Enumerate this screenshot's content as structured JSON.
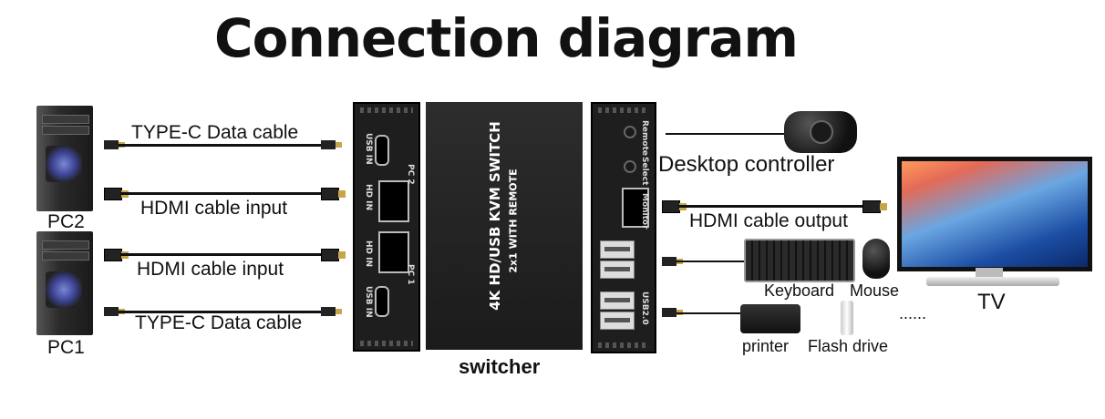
{
  "title": "Connection diagram",
  "labels": {
    "pc2": "PC2",
    "pc1": "PC1",
    "typec_top": "TYPE-C Data cable",
    "hdmi_in_top": "HDMI cable input",
    "hdmi_in_bottom": "HDMI cable input",
    "typec_bottom": "TYPE-C Data cable",
    "switcher": "switcher",
    "desktop_controller": "Desktop controller",
    "hdmi_out": "HDMI cable output",
    "keyboard": "Keyboard",
    "mouse": "Mouse",
    "tv": "TV",
    "printer": "printer",
    "flash_drive": "Flash drive",
    "ellipsis": "......"
  },
  "device": {
    "main_text": "4K HD/USB KVM SWITCH",
    "sub_text": "2x1 WITH REMOTE",
    "left_panel": {
      "usb_in_top": "USB IN",
      "hd_in_top": "HD IN",
      "pc2": "PC 2",
      "hd_in_bottom": "HD IN",
      "usb_in_bottom": "USB IN",
      "pc1": "PC 1"
    },
    "right_panel": {
      "remote": "Remote",
      "select": "Select",
      "monitor": "Monitor",
      "usb": "USB2.0"
    }
  },
  "colors": {
    "cable": "#111111",
    "connector_gold": "#c9a54a",
    "device_body": "#1e1e1e"
  }
}
